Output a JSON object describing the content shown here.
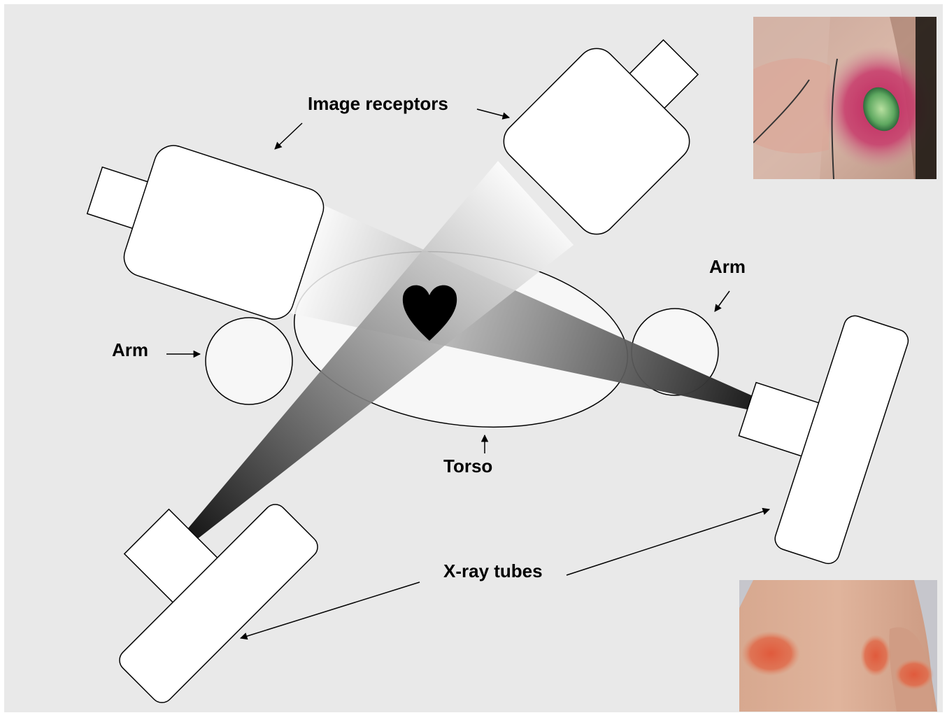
{
  "labels": {
    "image_receptors": "Image receptors",
    "arm_left": "Arm",
    "arm_right": "Arm",
    "torso": "Torso",
    "xray_tubes": "X-ray tubes"
  },
  "photos": {
    "top": "skin-injury-ulcer-photo",
    "bottom": "back-erythema-photo"
  },
  "colors": {
    "background": "#e9e9e9",
    "beam_dark": "#1a1a1a",
    "beam_light": "#ffffff",
    "equipment_fill": "#ffffff",
    "body_fill": "#f7f7f7",
    "heart": "#000000"
  }
}
